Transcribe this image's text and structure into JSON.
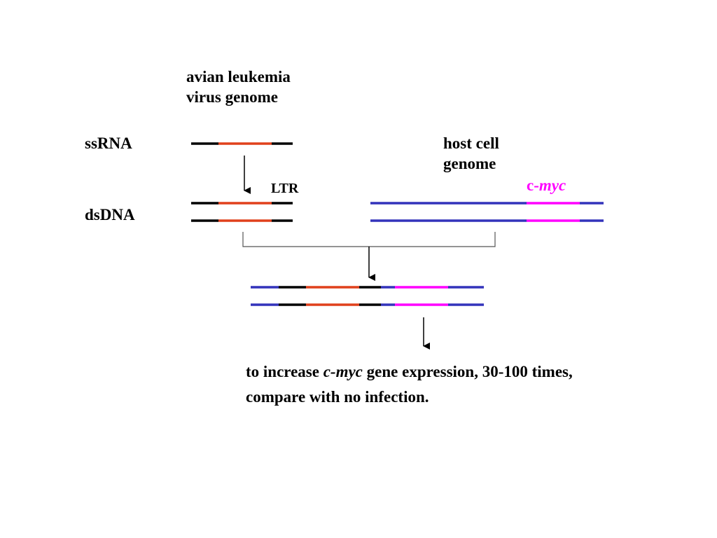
{
  "title": {
    "line1": "avian leukemia",
    "line2": "virus genome"
  },
  "host": {
    "line1": "host cell",
    "line2": "genome"
  },
  "labels": {
    "ssrna": "ssRNA",
    "dsdna": "dsDNA",
    "ltr": "LTR",
    "cmyc_prefix": "c-",
    "cmyc_italic": "myc"
  },
  "result": {
    "line1_a": "to increase ",
    "line1_italic": "c-myc",
    "line1_b": " gene expression, 30-100 times,",
    "line2": "compare with no infection."
  },
  "colors": {
    "viral_ends": "#000000",
    "viral_core": "#e0401c",
    "host_dna": "#3333bb",
    "cmyc": "#ff00ff",
    "arrow": "#000000",
    "bracket": "#555555"
  }
}
